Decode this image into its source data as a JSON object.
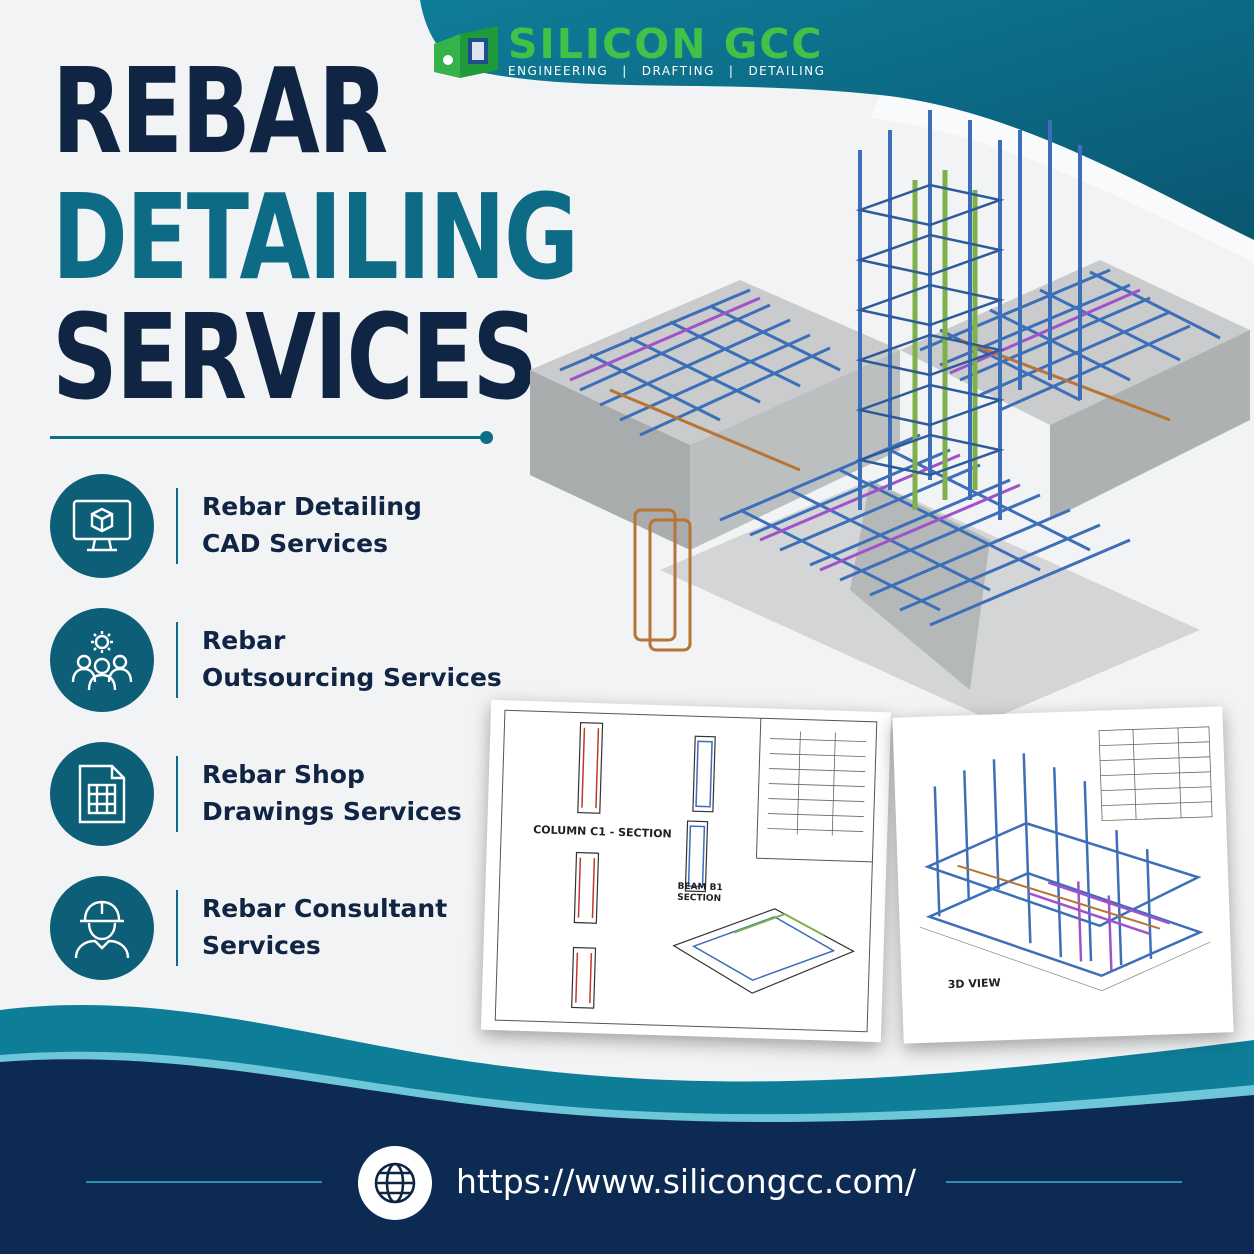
{
  "brand": {
    "name": "SILICON GCC",
    "tagline": [
      "ENGINEERING",
      "|",
      "DRAFTING",
      "|",
      "DETAILING"
    ]
  },
  "headline": {
    "line1": "REBAR",
    "line2": "DETAILING",
    "line3": "SERVICES"
  },
  "services": [
    {
      "line1": "Rebar Detailing",
      "line2": "CAD Services",
      "icon": "monitor-cube-icon"
    },
    {
      "line1": "Rebar",
      "line2": "Outsourcing Services",
      "icon": "team-gear-icon"
    },
    {
      "line1": "Rebar Shop",
      "line2": "Drawings Services",
      "icon": "drawing-document-icon"
    },
    {
      "line1": "Rebar Consultant",
      "line2": "Services",
      "icon": "engineer-hardhat-icon"
    }
  ],
  "drawings": {
    "sheet1_title": "COLUMN C1 - SECTION",
    "sheet1_section": "BEAM B1 SECTION",
    "sheet2_title": "3D VIEW"
  },
  "footer": {
    "url": "https://www.silicongcc.com/",
    "icon": "globe-icon"
  },
  "colors": {
    "navy": "#102543",
    "teal": "#0e6b86",
    "brand_green": "#3fc247",
    "footer_bg": "#0d2b52"
  }
}
